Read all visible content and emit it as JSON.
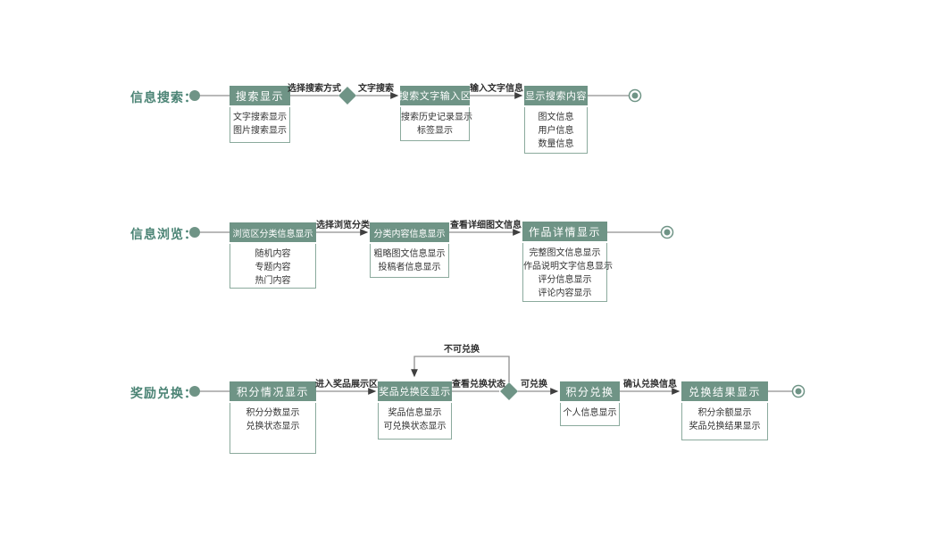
{
  "diagram": {
    "colors": {
      "accent_green": "#6F9486",
      "row_label_green": "#4A8374",
      "box_border_green": "#8BAA9D",
      "line_gray": "#8F8F8F",
      "arrow_dark": "#3F3F3F"
    },
    "rows": [
      {
        "label": "信息搜索：",
        "boxes": [
          {
            "title": "搜索显示",
            "items": [
              "文字搜索显示",
              "图片搜索显示"
            ]
          },
          {
            "title": "搜索文字输入区",
            "items": [
              "搜索历史记录显示",
              "标签显示"
            ]
          },
          {
            "title": "显示搜索内容",
            "items": [
              "图文信息",
              "用户信息",
              "数量信息"
            ]
          }
        ],
        "edge_labels": [
          "选择搜索方式",
          "文字搜索",
          "输入文字信息"
        ]
      },
      {
        "label": "信息浏览：",
        "boxes": [
          {
            "title": "浏览区分类信息显示",
            "items": [
              "随机内容",
              "专题内容",
              "热门内容"
            ]
          },
          {
            "title": "分类内容信息显示",
            "items": [
              "粗略图文信息显示",
              "投稿者信息显示"
            ]
          },
          {
            "title": "作品详情显示",
            "items": [
              "完整图文信息显示",
              "作品说明文字信息显示",
              "评分信息显示",
              "评论内容显示"
            ]
          }
        ],
        "edge_labels": [
          "选择浏览分类",
          "查看详细图文信息"
        ]
      },
      {
        "label": "奖励兑换：",
        "boxes": [
          {
            "title": "积分情况显示",
            "items": [
              "积分分数显示",
              "兑换状态显示"
            ]
          },
          {
            "title": "奖品兑换区显示",
            "items": [
              "奖品信息显示",
              "可兑换状态显示"
            ]
          },
          {
            "title": "积分兑换",
            "items": [
              "个人信息显示"
            ]
          },
          {
            "title": "兑换结果显示",
            "items": [
              "积分余额显示",
              "奖品兑换结果显示"
            ]
          }
        ],
        "edge_labels": [
          "进入奖品展示区",
          "查看兑换状态",
          "不可兑换",
          "可兑换",
          "确认兑换信息"
        ]
      }
    ]
  }
}
